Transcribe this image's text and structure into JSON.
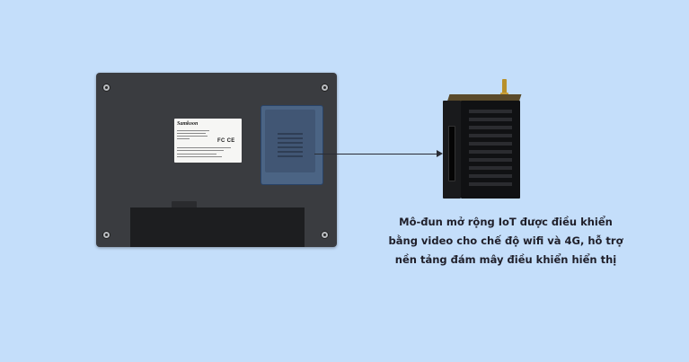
{
  "device": {
    "label_brand": "Samkoon",
    "label_marks": "FC CE"
  },
  "caption": {
    "lines": [
      "Mô-đun mở rộng IoT được điều khiển",
      "bằng video cho chế độ wifi và 4G, hỗ trợ",
      "nền tảng đám mây điều khiển hiển thị"
    ]
  },
  "colors": {
    "background": "#c4defa",
    "hmi_body": "#3a3c40",
    "module_highlight": "#4e6a8e",
    "module_body": "#101113",
    "antenna": "#b8902a",
    "text": "#1f1f2a"
  }
}
